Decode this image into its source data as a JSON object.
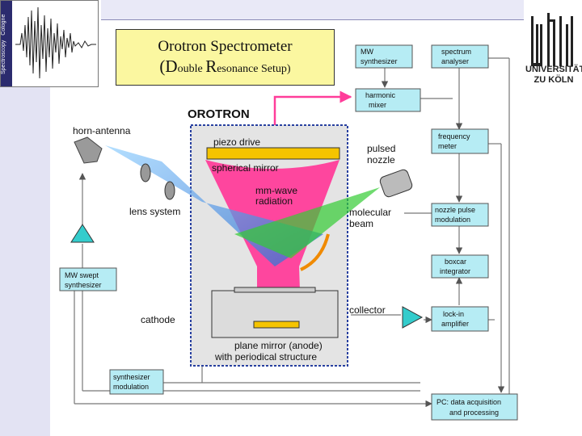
{
  "title": {
    "line1": "Orotron Spectrometer",
    "line2_D": "D",
    "line2_ouble": "ouble ",
    "line2_R": "R",
    "line2_esonance": "esonance Setup)",
    "line2_open": "("
  },
  "side_tag": {
    "top": "Spectroscopy",
    "bottom": "Cologne"
  },
  "logo": {
    "line1": "UNIVERSITÄT",
    "line2": "ZU KÖLN"
  },
  "diagram": {
    "orotron_label": "OROTRON",
    "piezo_drive": "piezo drive",
    "spherical_mirror": "spherical mirror",
    "mmwave_1": "mm-wave",
    "mmwave_2": "radiation",
    "horn_antenna": "horn-antenna",
    "lens_system": "lens system",
    "pulsed_1": "pulsed",
    "pulsed_2": "nozzle",
    "molecular_1": "molecular",
    "molecular_2": "beam",
    "cathode": "cathode",
    "collector": "collector",
    "plane_mirror_1": "plane mirror (anode)",
    "plane_mirror_2": "with periodical structure",
    "boxes": {
      "mw_synth_1": "MW",
      "mw_synth_2": "synthesizer",
      "spec_an_1": "spectrum",
      "spec_an_2": "analyser",
      "harm_1": "harmonic",
      "harm_2": "mixer",
      "freq_1": "frequency",
      "freq_2": "meter",
      "nozzle_1": "nozzle pulse",
      "nozzle_2": "modulation",
      "boxcar_1": "boxcar",
      "boxcar_2": "integrator",
      "lockin_1": "lock-in",
      "lockin_2": "amplifier",
      "swept_1": "MW swept",
      "swept_2": "synthesizer",
      "synmod_1": "synthesizer",
      "synmod_2": "modulation",
      "pc_1": "PC: data acquisition",
      "pc_2": "and processing"
    }
  },
  "colors": {
    "title_bg": "#fbf7a0",
    "box_bg": "#b6ecf4",
    "orotron_bg": "#e4e4e4",
    "pink": "#ff3d9a",
    "green": "#33cc33",
    "blue": "#4da6ff",
    "orange": "#f08a00"
  }
}
